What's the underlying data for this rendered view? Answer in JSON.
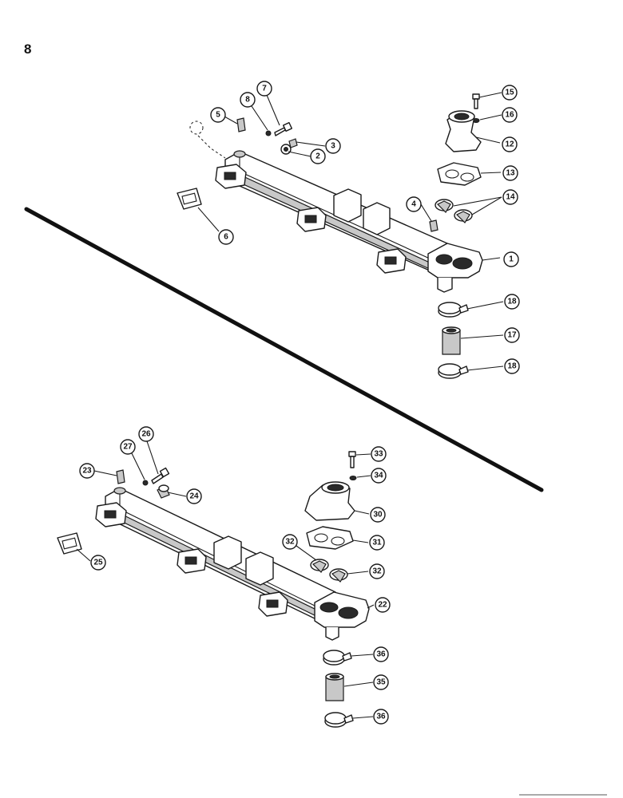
{
  "page_number": "8",
  "callouts": {
    "c1": "1",
    "c2": "2",
    "c3": "3",
    "c4": "4",
    "c5": "5",
    "c6": "6",
    "c7": "7",
    "c8": "8",
    "c12": "12",
    "c13": "13",
    "c14": "14",
    "c15": "15",
    "c16": "16",
    "c17": "17",
    "c18a": "18",
    "c18b": "18",
    "c22": "22",
    "c23": "23",
    "c24": "24",
    "c25": "25",
    "c26": "26",
    "c27": "27",
    "c30": "30",
    "c31": "31",
    "c32a": "32",
    "c32b": "32",
    "c33": "33",
    "c34": "34",
    "c35": "35",
    "c36a": "36",
    "c36b": "36"
  }
}
